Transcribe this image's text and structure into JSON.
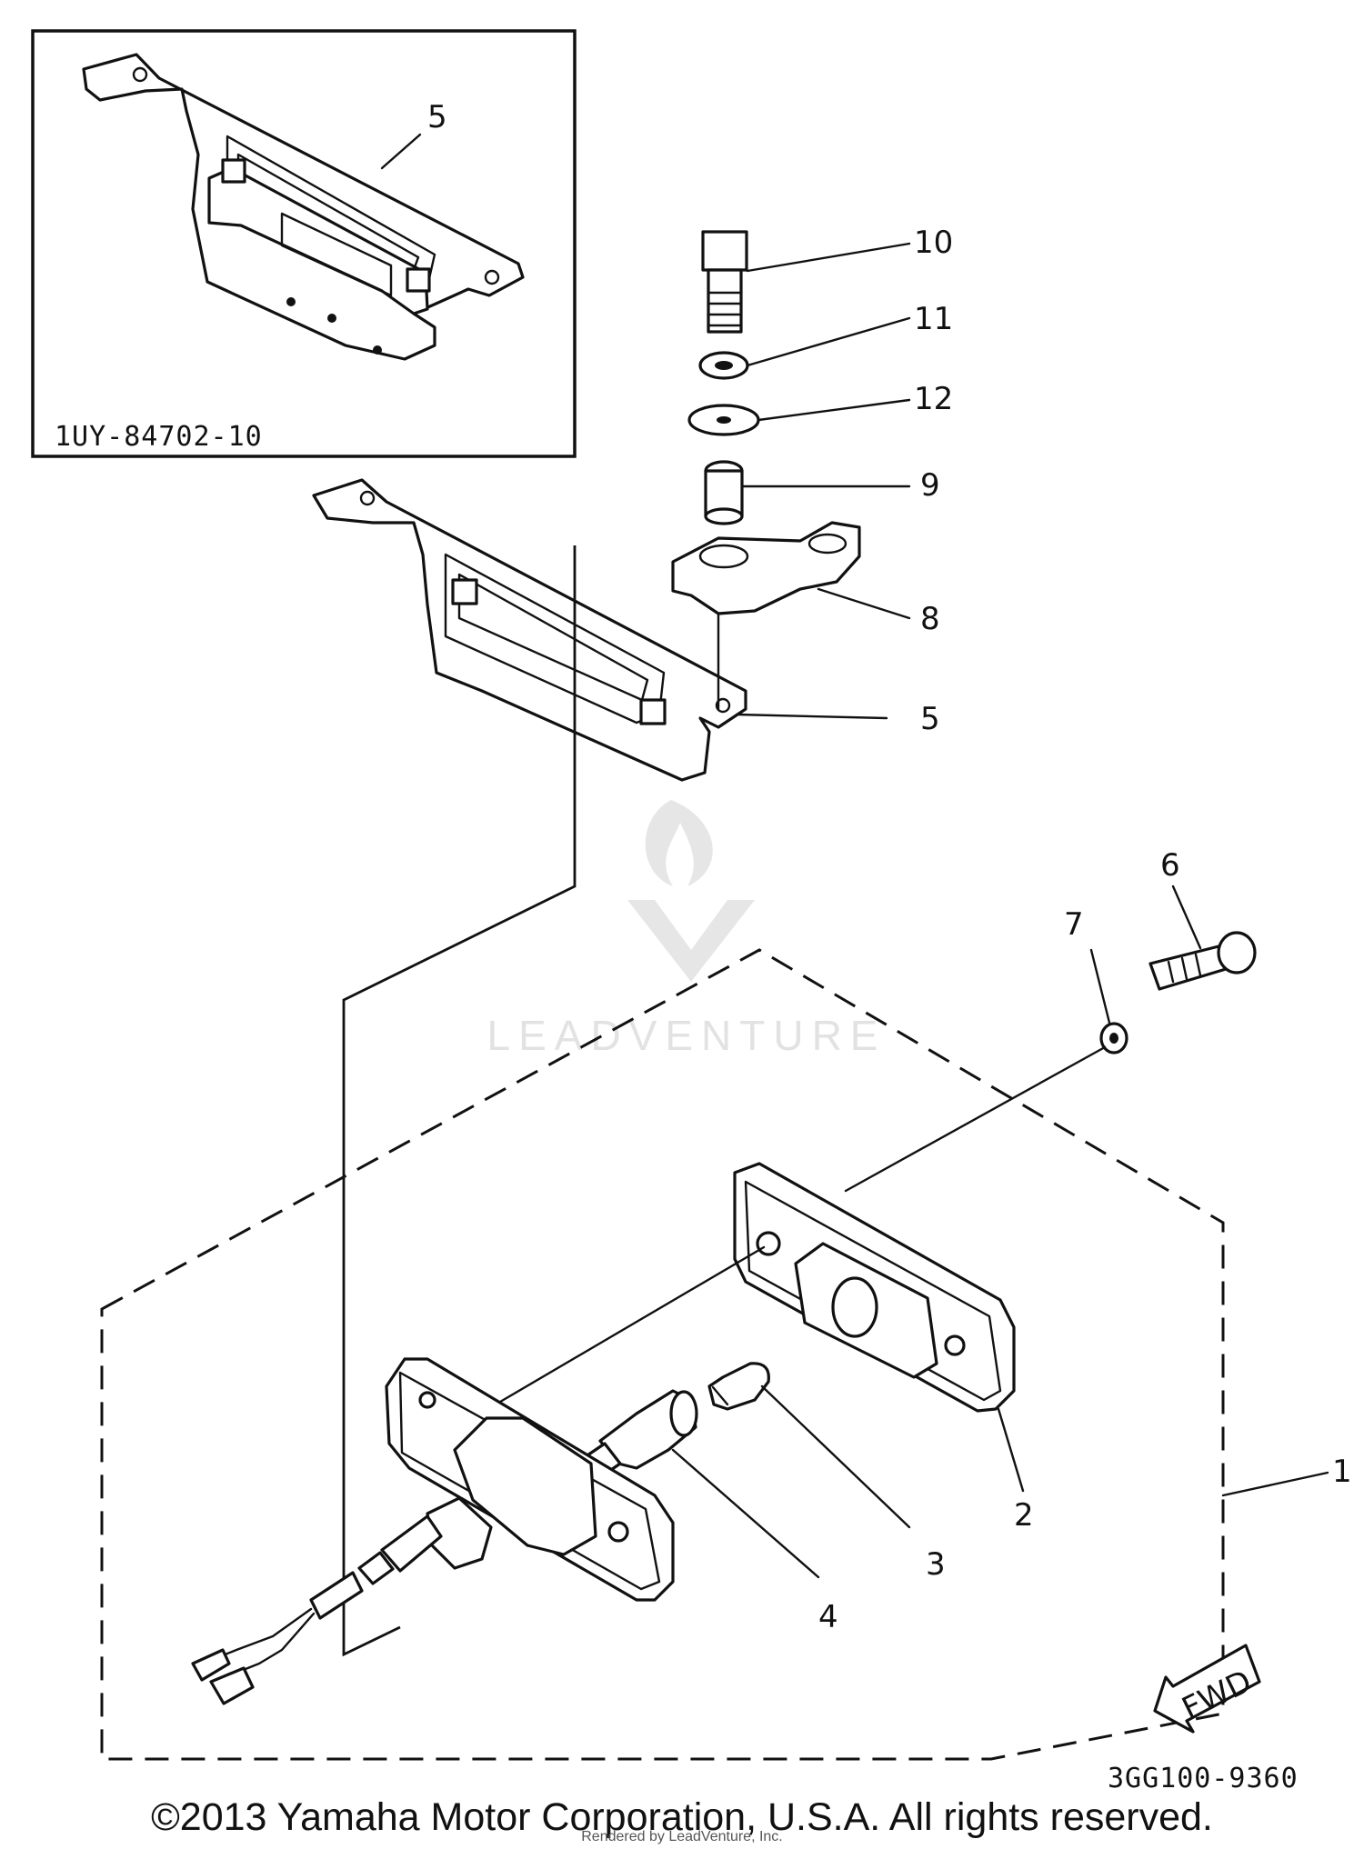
{
  "inset": {
    "part_code": "1UY-84702-10",
    "callout": "5"
  },
  "callouts": {
    "c1": "1",
    "c2": "2",
    "c3": "3",
    "c4": "4",
    "c5": "5",
    "c6": "6",
    "c7": "7",
    "c8": "8",
    "c9": "9",
    "c10": "10",
    "c11": "11",
    "c12": "12"
  },
  "fwd_label": "FWD",
  "diagram_code": "3GG100-9360",
  "watermark": "LEADVENTURE",
  "copyright": "©2013 Yamaha Motor Corporation, U.S.A. All rights reserved.",
  "rendered_by": "Rendered by LeadVenture, Inc."
}
